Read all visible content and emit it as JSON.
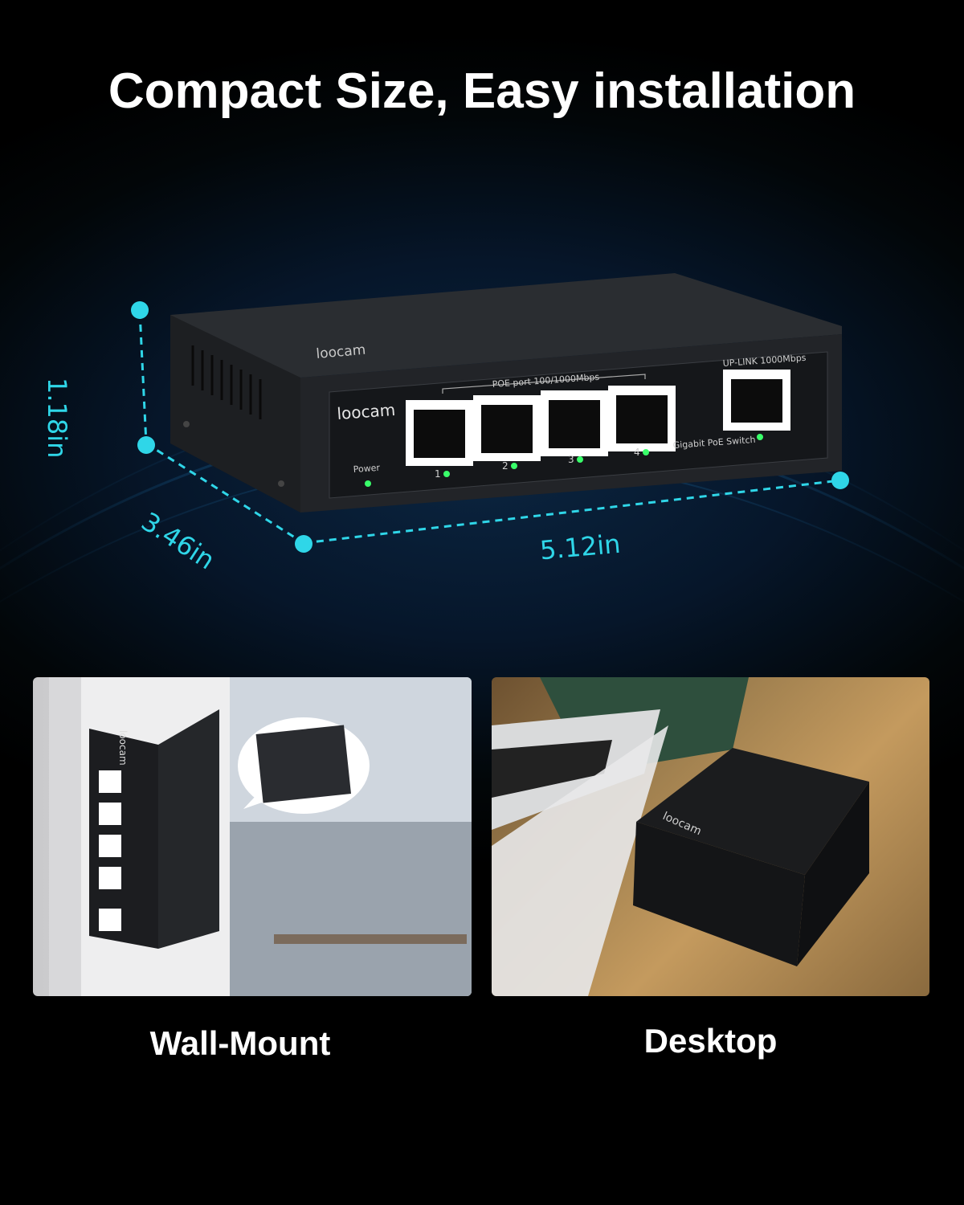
{
  "headline": "Compact Size, Easy installation",
  "dimensions": {
    "height": "1.18in",
    "depth": "3.46in",
    "width": "5.12in"
  },
  "device": {
    "brand_top": "loocam",
    "brand_front": "loocam",
    "poe_label": "POE port 100/1000Mbps",
    "uplink_label": "UP-LINK 1000Mbps",
    "model_label": "Gigabit PoE Switch",
    "power_label": "Power",
    "ports": [
      "1",
      "2",
      "3",
      "4"
    ]
  },
  "captions": {
    "wall": "Wall-Mount",
    "desk": "Desktop"
  },
  "colors": {
    "accent": "#2fd6e8",
    "led": "#39ff6a"
  }
}
